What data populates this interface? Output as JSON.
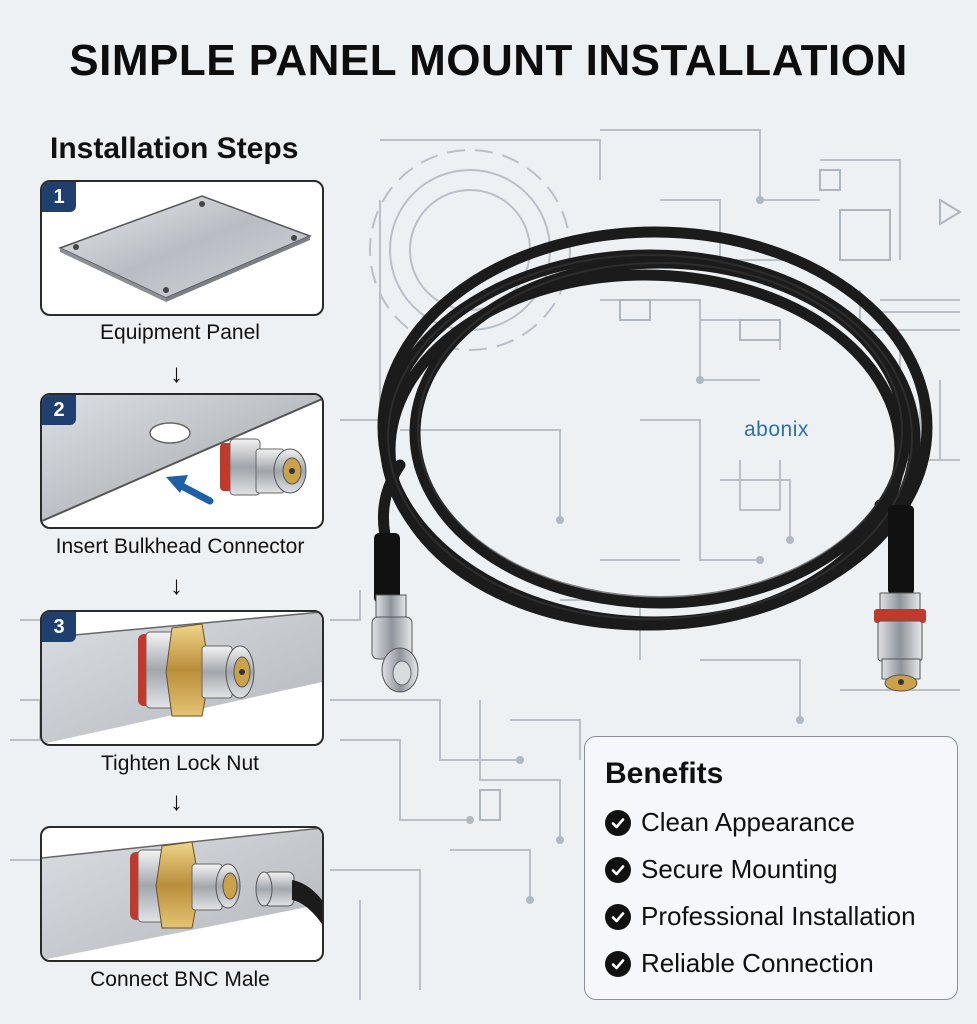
{
  "title": "SIMPLE PANEL MOUNT INSTALLATION",
  "steps_heading": "Installation Steps",
  "steps": [
    {
      "number": "1",
      "label": "Equipment Panel"
    },
    {
      "number": "2",
      "label": "Insert Bulkhead Connector"
    },
    {
      "number": "3",
      "label": "Tighten Lock Nut"
    },
    {
      "number": "",
      "label": "Connect BNC Male"
    }
  ],
  "brand": "abonix",
  "benefits": {
    "title": "Benefits",
    "items": [
      "Clean Appearance",
      "Secure Mounting",
      "Professional Installation",
      "Reliable Connection"
    ]
  },
  "colors": {
    "background": "#eef1f4",
    "badge": "#1f3f6e",
    "brand": "#2e6fa8",
    "cable": "#1b1b1b",
    "o_ring": "#c0392b",
    "brass": "#c9a24a",
    "arrow_blue": "#1f5fa8"
  },
  "icons": [
    "down-arrow-icon",
    "check-circle-icon"
  ]
}
